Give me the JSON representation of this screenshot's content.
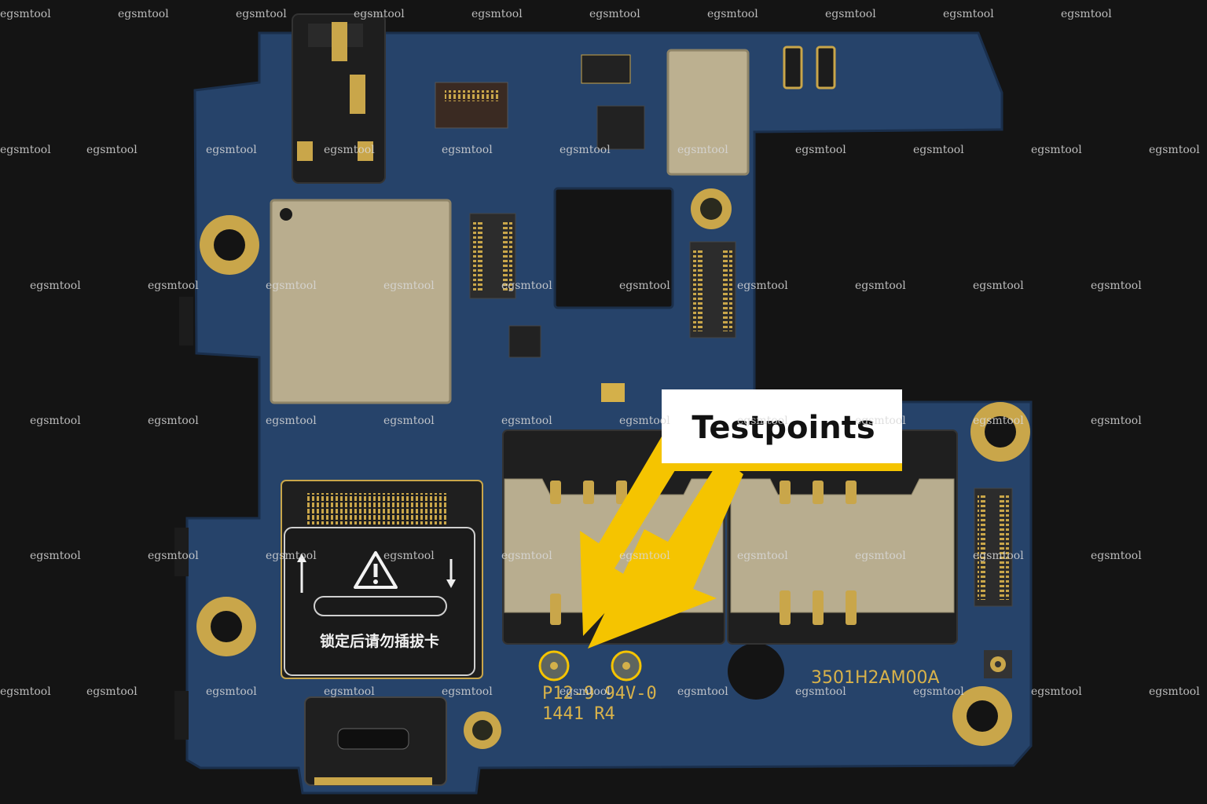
{
  "callout": {
    "label": "Testpoints",
    "box_color": "#ffffff",
    "accent_color": "#f5c400",
    "arrow_color": "#f5c400"
  },
  "board": {
    "pcb_color": "#27446a",
    "gold_color": "#d4b04a",
    "silkscreen": {
      "line1": "P12-9  94V-0",
      "line2": "1441  R4",
      "part_number": "3501H2AM00A"
    },
    "sd_card_warning": "锁定后请勿插拔卡",
    "warning_icon": "warning-triangle-icon"
  },
  "watermark": {
    "text": "egsmtool"
  }
}
